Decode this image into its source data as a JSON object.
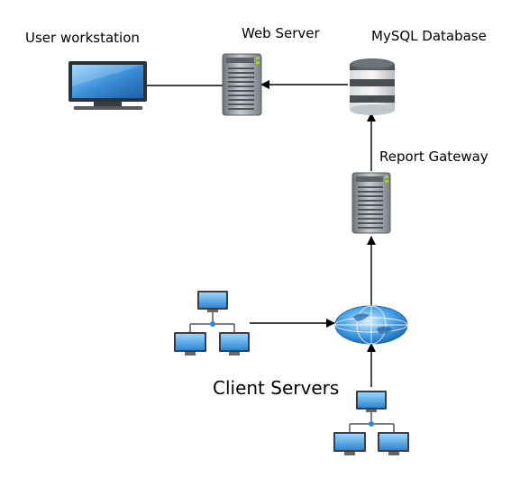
{
  "labels": {
    "user_workstation": "User workstation",
    "web_server": "Web Server",
    "mysql_database": "MySQL Database",
    "report_gateway": "Report Gateway",
    "client_servers": "Client Servers"
  },
  "icons": {
    "workstation": "monitor-icon",
    "web_server": "server-tower-icon",
    "database": "database-cylinder-icon",
    "gateway": "server-tower-icon",
    "network_hub": "globe-icon",
    "client_network": "network-computers-icon"
  },
  "colors": {
    "screen_blue": "#3d8fd6",
    "server_grey": "#8a8f96",
    "db_dark": "#4a4d52",
    "globe_blue": "#4aa3e8",
    "arrow": "#000000"
  }
}
